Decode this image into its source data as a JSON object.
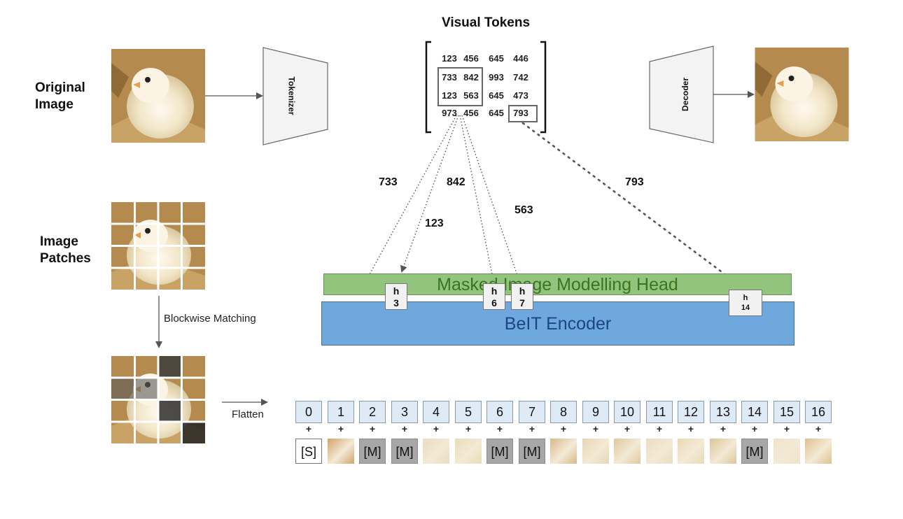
{
  "labels": {
    "original_image": "Original Image",
    "image_patches": "Image Patches",
    "visual_tokens_title": "Visual Tokens",
    "tokenizer": "Tokenizer",
    "decoder": "Decoder",
    "blockwise_matching": "Blockwise Matching",
    "flatten": "Flatten",
    "mim_head": "Masked Image Modelling Head",
    "encoder": "BeIT Encoder"
  },
  "token_grid": [
    [
      "123",
      "456",
      "645",
      "446"
    ],
    [
      "733",
      "842",
      "993",
      "742"
    ],
    [
      "123",
      "563",
      "645",
      "473"
    ],
    [
      "973",
      "456",
      "645",
      "793"
    ]
  ],
  "arrow_labels": [
    "733",
    "123",
    "842",
    "563",
    "793"
  ],
  "hidden_boxes": [
    {
      "h": "h",
      "idx": "3"
    },
    {
      "h": "h",
      "idx": "6"
    },
    {
      "h": "h",
      "idx": "7"
    },
    {
      "h": "h",
      "idx": "14"
    }
  ],
  "sequence": {
    "positions": [
      "0",
      "1",
      "2",
      "3",
      "4",
      "5",
      "6",
      "7",
      "8",
      "9",
      "10",
      "11",
      "12",
      "13",
      "14",
      "15",
      "16"
    ],
    "plus": "+",
    "patches": [
      {
        "label": "[S]",
        "kind": "special"
      },
      {
        "label": "",
        "kind": "image"
      },
      {
        "label": "[M]",
        "kind": "mask"
      },
      {
        "label": "[M]",
        "kind": "mask"
      },
      {
        "label": "",
        "kind": "image"
      },
      {
        "label": "",
        "kind": "image"
      },
      {
        "label": "[M]",
        "kind": "mask"
      },
      {
        "label": "[M]",
        "kind": "mask"
      },
      {
        "label": "",
        "kind": "image"
      },
      {
        "label": "",
        "kind": "image"
      },
      {
        "label": "",
        "kind": "image"
      },
      {
        "label": "",
        "kind": "image"
      },
      {
        "label": "",
        "kind": "image"
      },
      {
        "label": "",
        "kind": "image"
      },
      {
        "label": "[M]",
        "kind": "mask"
      },
      {
        "label": "",
        "kind": "image"
      },
      {
        "label": "",
        "kind": "image"
      }
    ]
  },
  "colors": {
    "mim_head": "#93c47d",
    "mim_text": "#38761d",
    "encoder": "#6fa8dc",
    "encoder_text": "#1c4587",
    "pos_box": "#dfeaf7",
    "mask_patch": "#a7a7a7"
  }
}
